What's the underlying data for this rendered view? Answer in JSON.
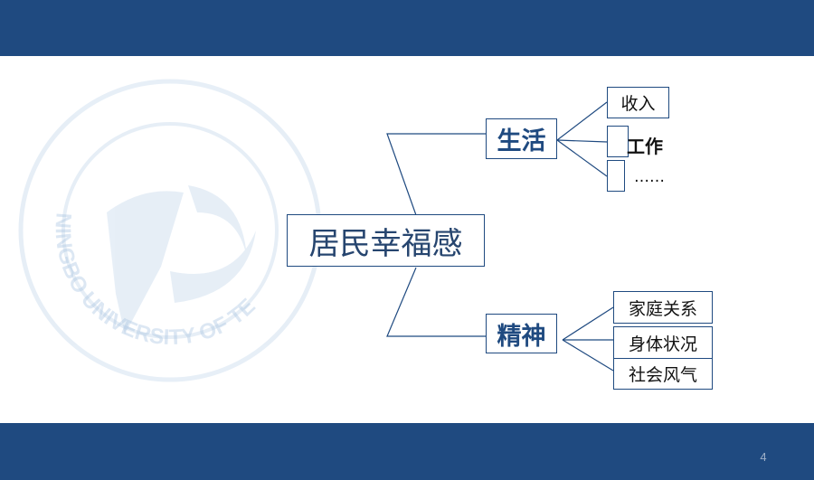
{
  "colors": {
    "header_bar": "#1f4a80",
    "footer_bar": "#1f4a80",
    "box_border": "#1f4a80",
    "watermark": "#a9c4e2"
  },
  "watermark": {
    "text": "NINGBO UNIVERSITY OF TECHNOLOGY",
    "icon": "university-seal-icon"
  },
  "mindmap": {
    "root": "居民幸福感",
    "branches": [
      {
        "label": "生活",
        "children": [
          "收入",
          "工作",
          "……"
        ]
      },
      {
        "label": "精神",
        "children": [
          "家庭关系",
          "身体状况",
          "社会风气"
        ]
      }
    ]
  },
  "page_number": "4"
}
